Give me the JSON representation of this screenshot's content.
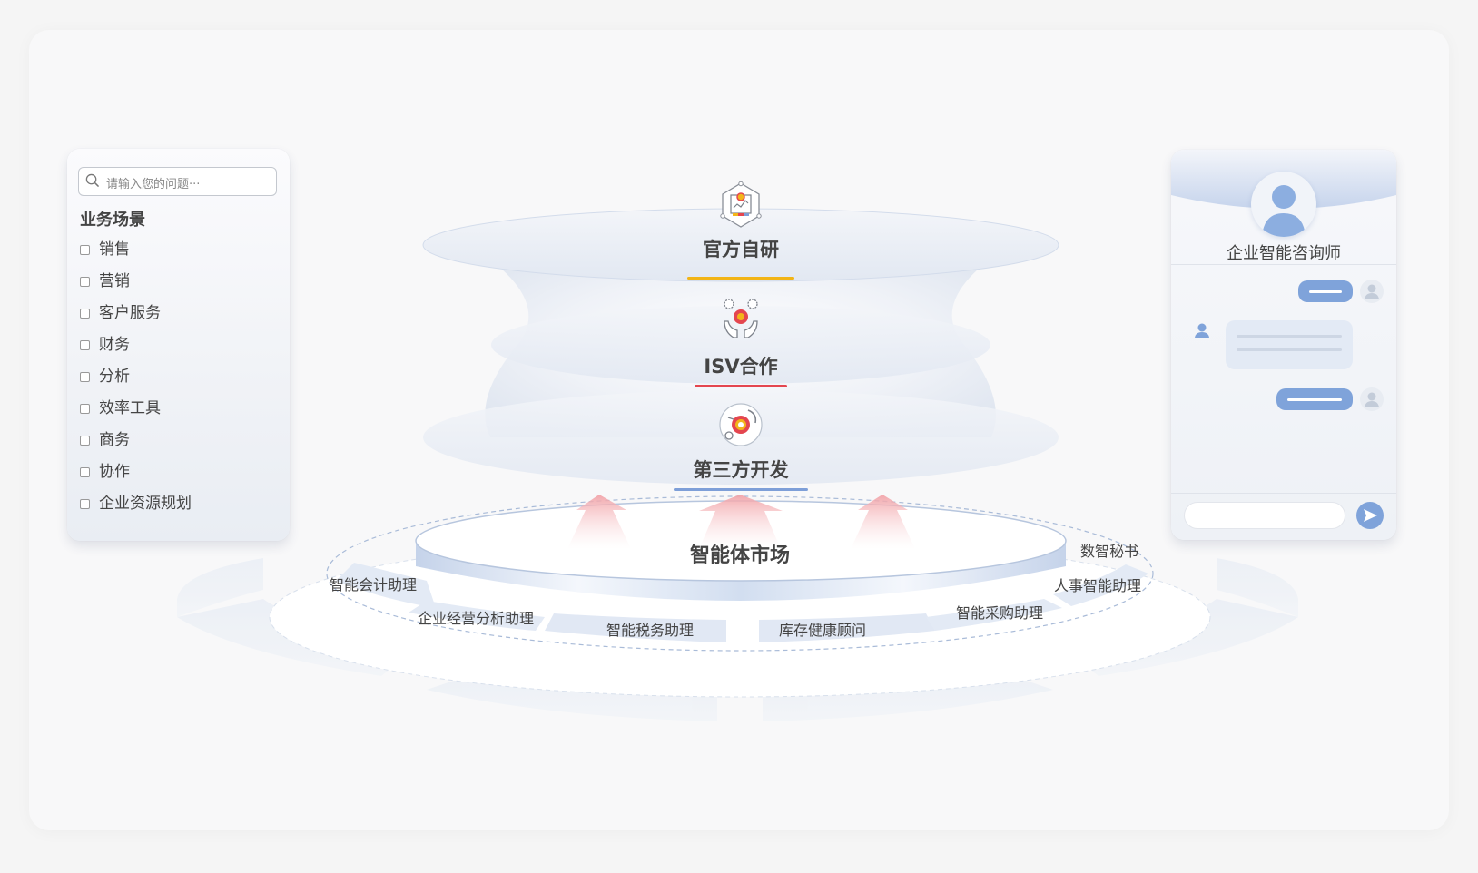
{
  "left_panel": {
    "search_placeholder": "请输入您的问题···",
    "section_title": "业务场景",
    "categories": [
      "销售",
      "营销",
      "客户服务",
      "财务",
      "分析",
      "效率工具",
      "商务",
      "协作",
      "企业资源规划"
    ]
  },
  "tiers": {
    "official": "官方自研",
    "isv": "ISV合作",
    "third_party": "第三方开发"
  },
  "market": {
    "title": "智能体市场",
    "assistants": {
      "accounting": "智能会计助理",
      "operations": "企业经营分析助理",
      "tax": "智能税务助理",
      "inventory": "库存健康顾问",
      "procurement": "智能采购助理",
      "hr": "人事智能助理",
      "secretary": "数智秘书"
    }
  },
  "right_panel": {
    "title": "企业智能咨询师"
  },
  "colors": {
    "official_line": "#f2b415",
    "isv_line": "#e4464f",
    "third_party_line": "#7e9fd8",
    "accent_blue": "#7fa3da"
  }
}
